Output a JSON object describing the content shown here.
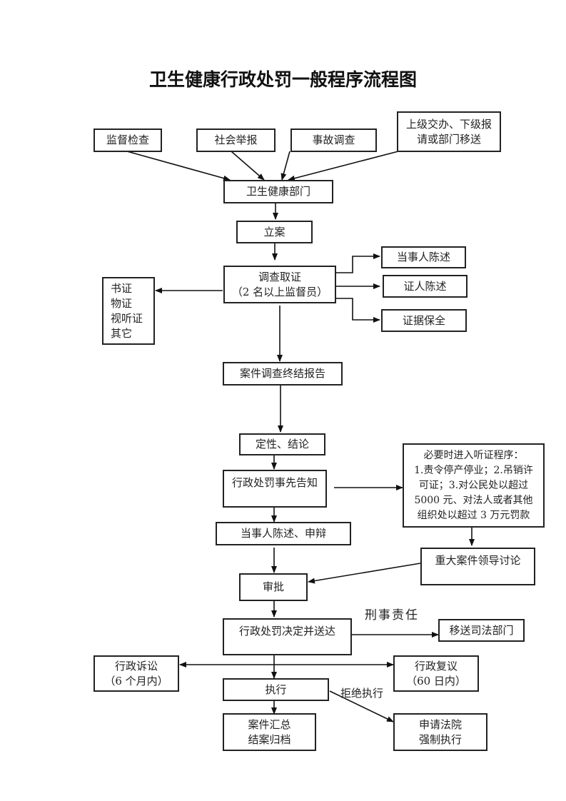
{
  "title": "卫生健康行政处罚一般程序流程图",
  "sources": {
    "supervision": "监督检查",
    "report": "社会举报",
    "accident": "事故调查",
    "transfer": [
      "上级交办、下级报",
      "请或部门移送"
    ]
  },
  "department": "卫生健康部门",
  "filing": "立案",
  "investigation": [
    "调查取证",
    "（2 名以上监督员）"
  ],
  "evidence_types": [
    "书证",
    "物证",
    "视听证",
    "其它"
  ],
  "statements": {
    "party": "当事人陈述",
    "witness": "证人陈述",
    "preservation": "证据保全"
  },
  "final_report": "案件调查终结报告",
  "conclusion": "定性、结论",
  "prior_notice": "行政处罚事先告知",
  "hearing": [
    "必要时进入听证程序：",
    "1.责令停产停业；2.吊销许",
    "可证；3.对公民处以超过",
    "5000 元、对法人或者其他",
    "组织处以超过 3 万元罚款"
  ],
  "defense": "当事人陈述、申辩",
  "leadership": "重大案件领导讨论",
  "approval": "审批",
  "criminal_label": "刑事责任",
  "decision": "行政处罚决定并送达",
  "judicial": "移送司法部门",
  "litigation": [
    "行政诉讼",
    "（6 个月内）"
  ],
  "reconsideration": [
    "行政复议",
    "（60 日内）"
  ],
  "execution": "执行",
  "refuse_label": "拒绝执行",
  "archive": [
    "案件汇总",
    "结案归档"
  ],
  "court": [
    "申请法院",
    "强制执行"
  ]
}
